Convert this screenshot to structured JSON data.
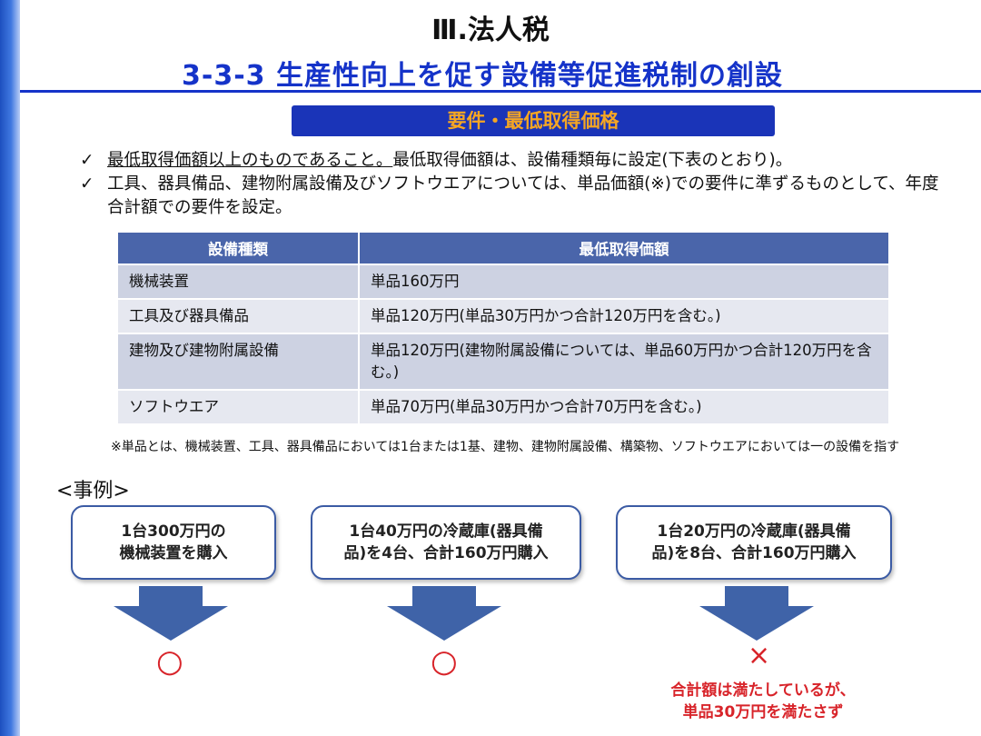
{
  "header": {
    "title": "Ⅲ.法人税",
    "subtitle": "3-3-3 生産性向上を促す設備等促進税制の創設"
  },
  "section": {
    "label": "要件・最低取得価格"
  },
  "bullets": [
    {
      "check": "✓",
      "underlined": "最低取得価額以上のものであること。",
      "text": "最低取得価額は、設備種類毎に設定(下表のとおり)。"
    },
    {
      "check": "✓",
      "underlined": "",
      "text": "工具、器具備品、建物附属設備及びソフトウエアについては、単品価額(※)での要件に準ずるものとして、年度合計額での要件を設定。"
    }
  ],
  "table": {
    "headers": [
      "設備種類",
      "最低取得価額"
    ],
    "rows": [
      {
        "type": "機械装置",
        "value": "単品160万円"
      },
      {
        "type": "工具及び器具備品",
        "value": "単品120万円(単品30万円かつ合計120万円を含む。)"
      },
      {
        "type": "建物及び建物附属設備",
        "value": "単品120万円(建物附属設備については、単品60万円かつ合計120万円を含む。)"
      },
      {
        "type": "ソフトウエア",
        "value": "単品70万円(単品30万円かつ合計70万円を含む。)"
      }
    ]
  },
  "note": "※単品とは、機械装置、工具、器具備品においては1台または1基、建物、建物附属設備、構築物、ソフトウエアにおいては一の設備を指す",
  "examples": {
    "label": "<事例>",
    "cases": [
      {
        "line1": "1台300万円の",
        "line2": "機械装置を購入",
        "result": "○",
        "result_note": ""
      },
      {
        "line1": "1台40万円の冷蔵庫(器具備",
        "line2": "品)を4台、合計160万円購入",
        "result": "○",
        "result_note": ""
      },
      {
        "line1": "1台20万円の冷蔵庫(器具備",
        "line2": "品)を8台、合計160万円購入",
        "result": "×",
        "result_note_line1": "合計額は満たしているが、",
        "result_note_line2": "単品30万円を満たさず"
      }
    ]
  },
  "colors": {
    "accent_blue": "#1533c9",
    "section_bar": "#1a34b8",
    "section_text": "#f5a623",
    "table_header": "#4a65aa",
    "result_red": "#d8242a",
    "arrow_blue": "#3f63a8"
  }
}
